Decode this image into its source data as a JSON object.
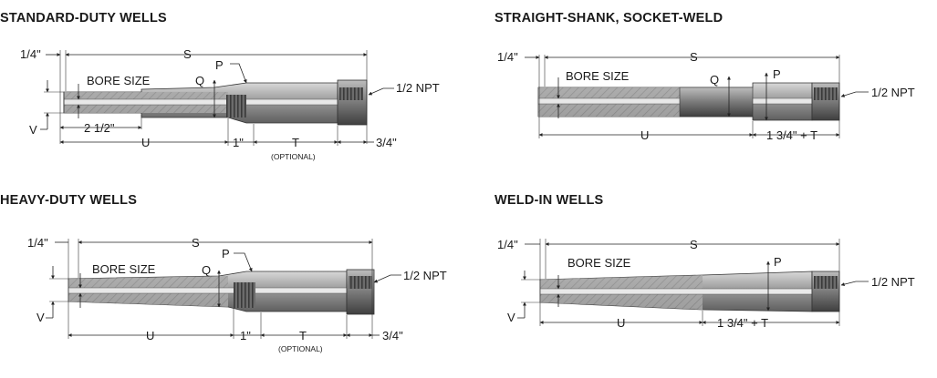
{
  "panels": {
    "standard": {
      "title": "STANDARD-DUTY WELLS",
      "labels": {
        "quarter": "1/4\"",
        "s": "S",
        "p": "P",
        "q": "Q",
        "bore": "BORE SIZE",
        "npt": "1/2 NPT",
        "v": "V",
        "two_half": "2 1/2\"",
        "u": "U",
        "one_in": "1\"",
        "t": "T",
        "optional": "(OPTIONAL)",
        "three_quarter": "3/4\""
      }
    },
    "socket": {
      "title": "STRAIGHT-SHANK, SOCKET-WELD",
      "labels": {
        "quarter": "1/4\"",
        "s": "S",
        "p": "P",
        "q": "Q",
        "bore": "BORE SIZE",
        "npt": "1/2 NPT",
        "u": "U",
        "t_len": "1 3/4\" + T"
      }
    },
    "heavy": {
      "title": "HEAVY-DUTY WELLS",
      "labels": {
        "quarter": "1/4\"",
        "s": "S",
        "p": "P",
        "q": "Q",
        "bore": "BORE SIZE",
        "npt": "1/2 NPT",
        "v": "V",
        "u": "U",
        "one_in": "1\"",
        "t": "T",
        "optional": "(OPTIONAL)",
        "three_quarter": "3/4\""
      }
    },
    "weld": {
      "title": "WELD-IN WELLS",
      "labels": {
        "quarter": "1/4\"",
        "s": "S",
        "p": "P",
        "bore": "BORE SIZE",
        "npt": "1/2 NPT",
        "v": "V",
        "u": "U",
        "t_len": "1 3/4\" + T"
      }
    }
  }
}
